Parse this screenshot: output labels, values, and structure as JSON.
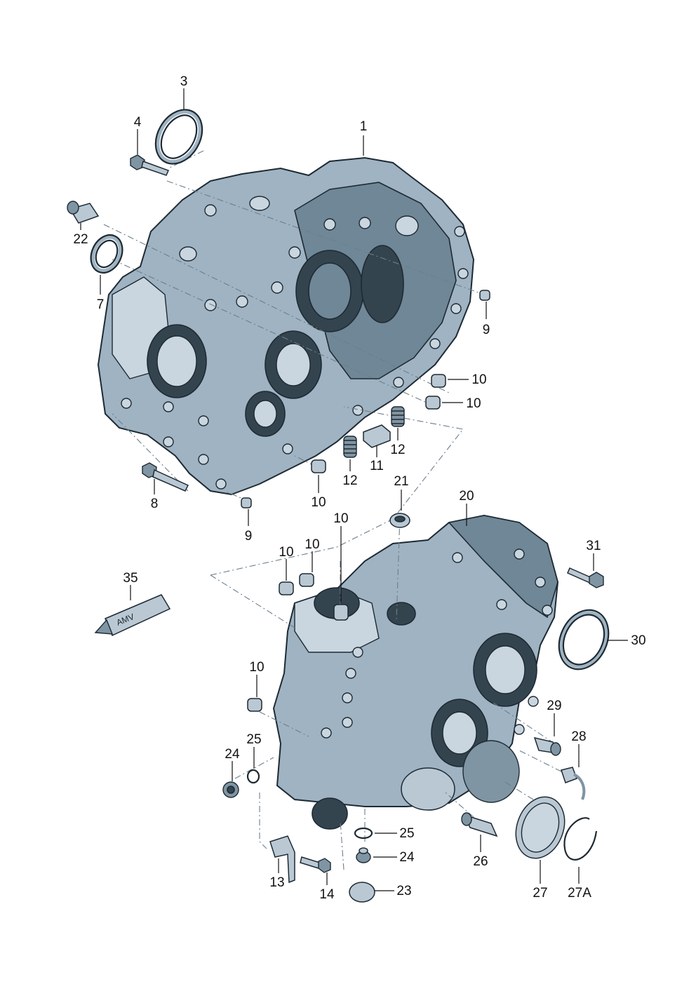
{
  "callouts": {
    "c1": "1",
    "c3": "3",
    "c4": "4",
    "c22": "22",
    "c7": "7",
    "c9a": "9",
    "c10a": "10",
    "c10b": "10",
    "c12a": "12",
    "c11": "11",
    "c12b": "12",
    "c8": "8",
    "c10c": "10",
    "c9b": "9",
    "c21": "21",
    "c20": "20",
    "c10d": "10",
    "c10e": "10",
    "c10f": "10",
    "c31": "31",
    "c35": "35",
    "c30": "30",
    "c10g": "10",
    "c29": "29",
    "c28": "28",
    "c25a": "25",
    "c24a": "24",
    "c25b": "25",
    "c24b": "24",
    "c26": "26",
    "c13": "13",
    "c14": "14",
    "c23": "23",
    "c27": "27",
    "c27A": "27A"
  },
  "tube_label": "AMV",
  "colors": {
    "housing": "#9fb3c2",
    "housing_dark": "#6f8797",
    "outline": "#1e2a33"
  }
}
